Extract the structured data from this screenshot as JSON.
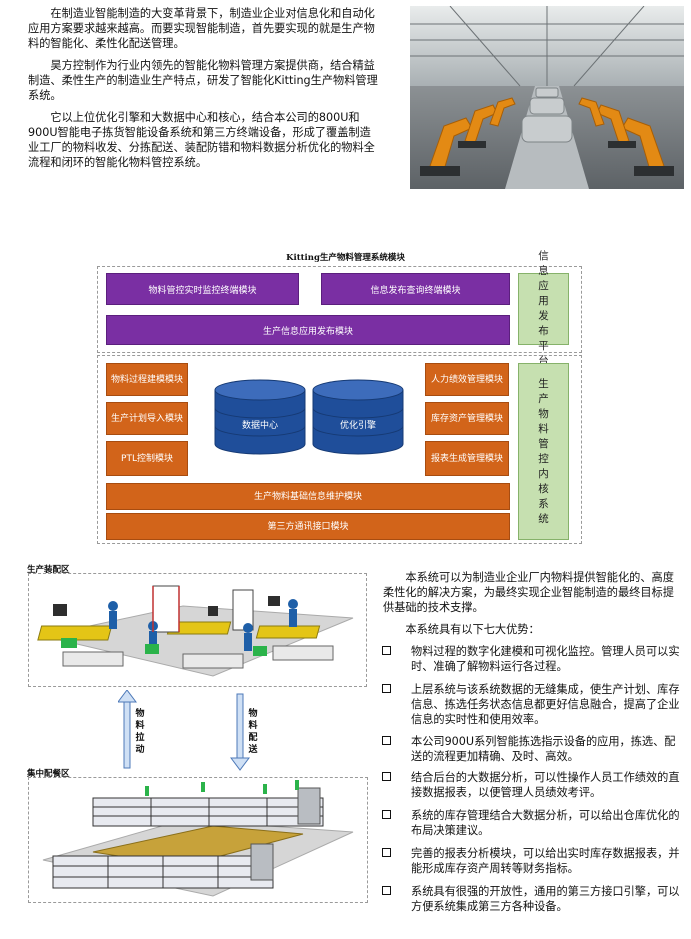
{
  "intro": {
    "p1": "在制造业智能制造的大变革背景下，制造业企业对信息化和自动化应用方案要求越来越高。而要实现智能制造，首先要实现的就是生产物料的智能化、柔性化配送管理。",
    "p2": "昊方控制作为行业内领先的智能化物料管理方案提供商，结合精益制造、柔性生产的制造业生产特点，研发了智能化Kitting生产物料管理系统。",
    "p3": "它以上位优化引擎和大数据中心和核心，结合本公司的800U和900U智能电子拣货智能设备系统和第三方终端设备，形成了覆盖制造业工厂的物料收发、分拣配送、装配防错和物料数据分析优化的物料全流程和闭环的智能化物料管控系统。"
  },
  "diagram": {
    "title": "Kitting生产物料管理系统模块",
    "top_left": "物料管控实时监控终端模块",
    "top_right": "信息发布查询终端模块",
    "top_wide": "生产信息应用发布模块",
    "top_side": "信息应用发布平台",
    "left_1": "物料过程建模模块",
    "left_2": "生产计划导入模块",
    "left_3": "PTL控制模块",
    "right_1": "人力绩效管理模块",
    "right_2": "库存资产管理模块",
    "right_3": "报表生成管理模块",
    "cyl_1": "数据中心",
    "cyl_2": "优化引擎",
    "bottom_1": "生产物料基础信息维护模块",
    "bottom_2": "第三方通讯接口模块",
    "bottom_side": "生产物料管控内核系统",
    "colors": {
      "purple": "#7a2fa3",
      "orange": "#d2641a",
      "green": "#c6e0b0",
      "cylinder": "#1f4e9a"
    }
  },
  "scene": {
    "assembly_label": "生产装配区",
    "storage_label": "集中配餐区",
    "arrow_up": "物料拉动",
    "arrow_down": "物料配送"
  },
  "summary": {
    "p1": "本系统可以为制造业企业厂内物料提供智能化的、高度柔性化的解决方案，为最终实现企业智能制造的最终目标提供基础的技术支撑。",
    "p2": "本系统具有以下七大优势：",
    "advantages": [
      "物料过程的数字化建模和可视化监控。管理人员可以实时、准确了解物料运行各过程。",
      "上层系统与该系统数据的无缝集成，使生产计划、库存信息、拣选任务状态信息都更好信息融合，提高了企业信息的实时性和使用效率。",
      "本公司900U系列智能拣选指示设备的应用，拣选、配送的流程更加精确、及时、高效。",
      "结合后台的大数据分析，可以性操作人员工作绩效的直接数据报表，以便管理人员绩效考评。",
      "系统的库存管理结合大数据分析，可以给出仓库优化的布局决策建议。",
      "完善的报表分析模块，可以给出实时库存数据报表，并能形成库存资产周转等财务指标。",
      "系统具有很强的开放性，通用的第三方接口引擎，可以方便系统集成第三方各种设备。"
    ]
  }
}
